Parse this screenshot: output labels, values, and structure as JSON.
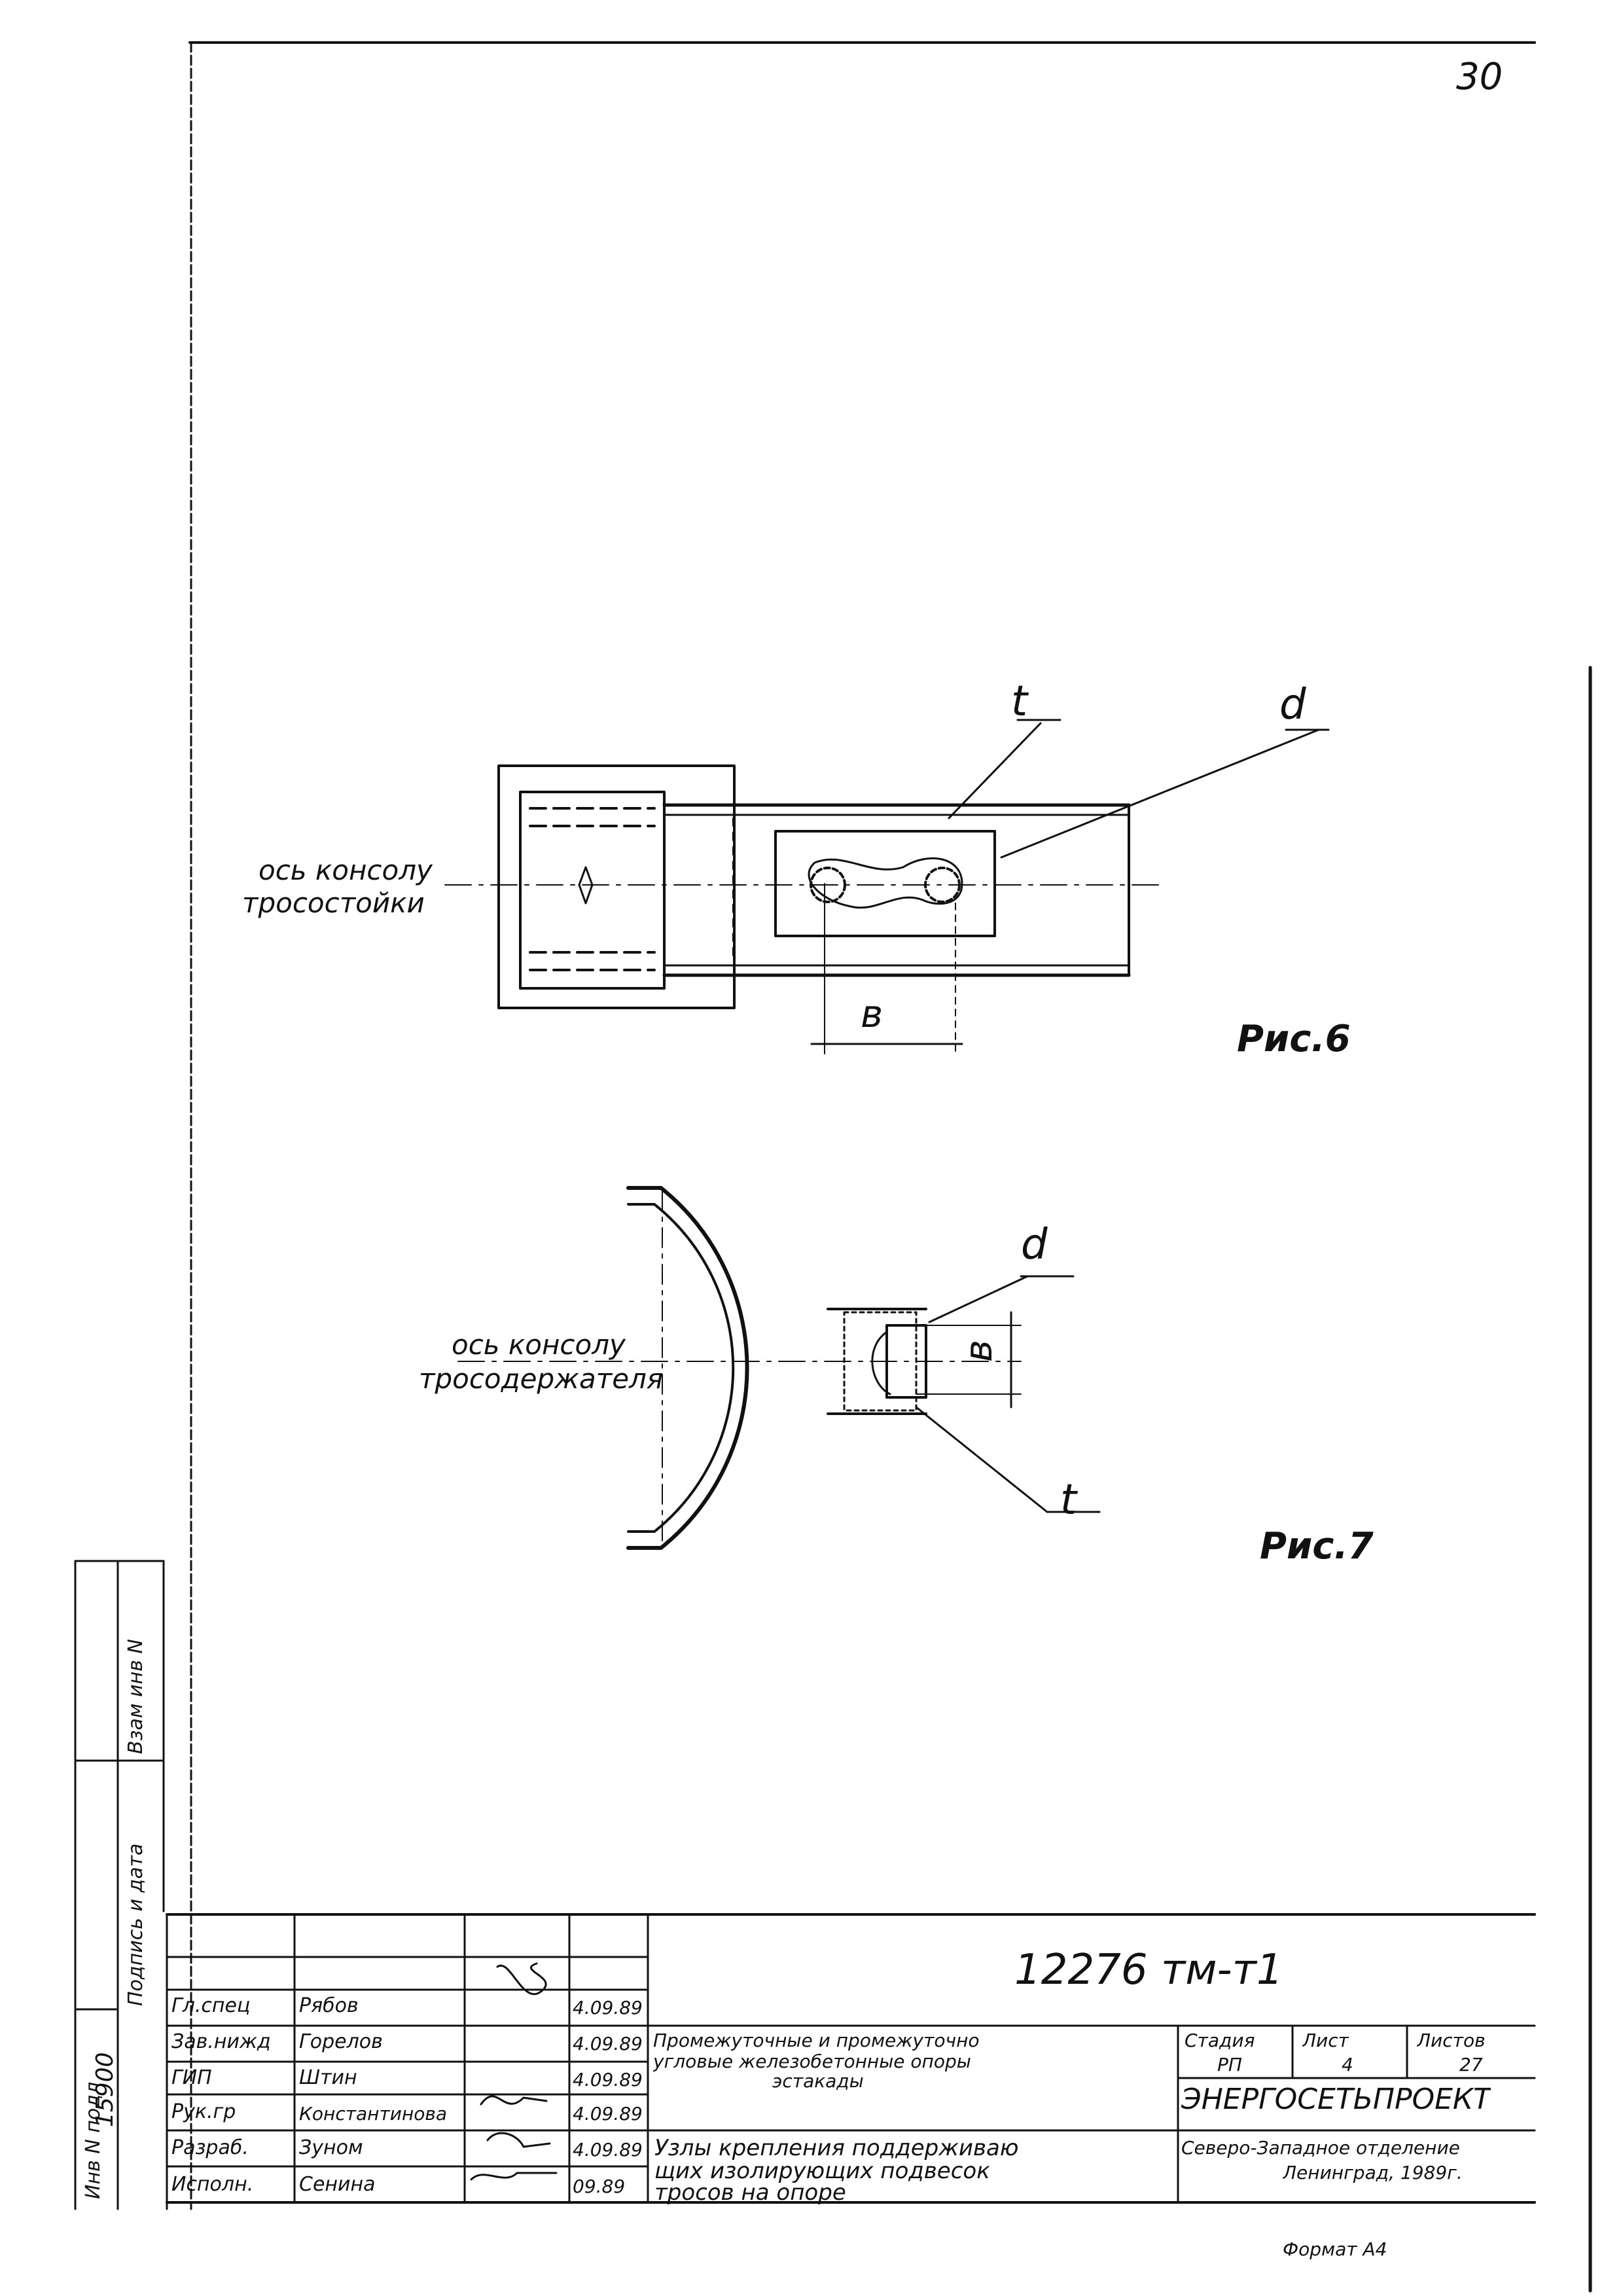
{
  "sheet_number": "30",
  "figure6": {
    "caption": "Рис.6",
    "axis_label_line1": "ось консолу",
    "axis_label_line2": "тросостойки",
    "label_t": "t",
    "label_d": "d",
    "label_b": "в"
  },
  "figure7": {
    "caption": "Рис.7",
    "axis_label_line1": "ось консолу",
    "axis_label_line2": "тросодержателя",
    "label_t": "t",
    "label_d": "d",
    "label_b": "в"
  },
  "title_block": {
    "document_number": "12276 тм-т1",
    "rows": [
      {
        "role": "Гл.спец",
        "name": "Рябов",
        "date": "4.09.89"
      },
      {
        "role": "Зав.нижд",
        "name": "Горелов",
        "date": "4.09.89"
      },
      {
        "role": "ГИП",
        "name": "Штин",
        "date": "4.09.89"
      },
      {
        "role": "Рук.гр",
        "name": "Константинова",
        "date": "4.09.89"
      },
      {
        "role": "Разраб.",
        "name": "Зуном",
        "date": "4.09.89"
      },
      {
        "role": "Исполн.",
        "name": "Сенина",
        "date": "09.89"
      }
    ],
    "project_line1": "Промежуточные и промежуточно",
    "project_line2": "угловые железобетонные опоры",
    "project_line3": "эстакады",
    "sheet_title_line1": "Узлы крепления поддерживаю",
    "sheet_title_line2": "щих изолирующих подвесок",
    "sheet_title_line3": "тросов на опоре",
    "stage_header": "Стадия",
    "sheet_header": "Лист",
    "sheets_header": "Листов",
    "stage_value": "РП",
    "sheet_value": "4",
    "sheets_value": "27",
    "org_name": "ЭНЕРГОСЕТЬПРОЕКТ",
    "org_line2": "Северо-Западное отделение",
    "org_line3": "Ленинград, 1989г.",
    "format": "Формат А4"
  },
  "side_stamp": {
    "inv_label": "Взам инв N",
    "sign_label": "Подпись и дата",
    "orig_label": "Инв N подл",
    "orig_value": "15900"
  }
}
